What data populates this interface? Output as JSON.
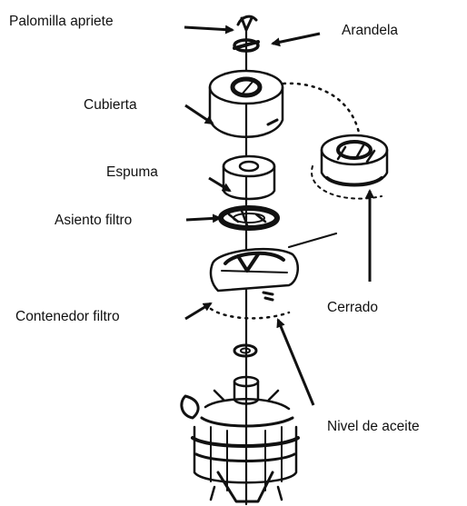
{
  "figure": {
    "subject": "exploded view of an oil-bath air filter assembly",
    "line_color": "#111111",
    "background": "#ffffff"
  },
  "labels": {
    "wing_nut": "Palomilla apriete",
    "washer": "Arandela",
    "cover": "Cubierta",
    "foam": "Espuma",
    "filter_seat": "Asiento filtro",
    "closed": "Cerrado",
    "filter_container": "Contenedor filtro",
    "oil_level": "Nivel de aceite"
  }
}
